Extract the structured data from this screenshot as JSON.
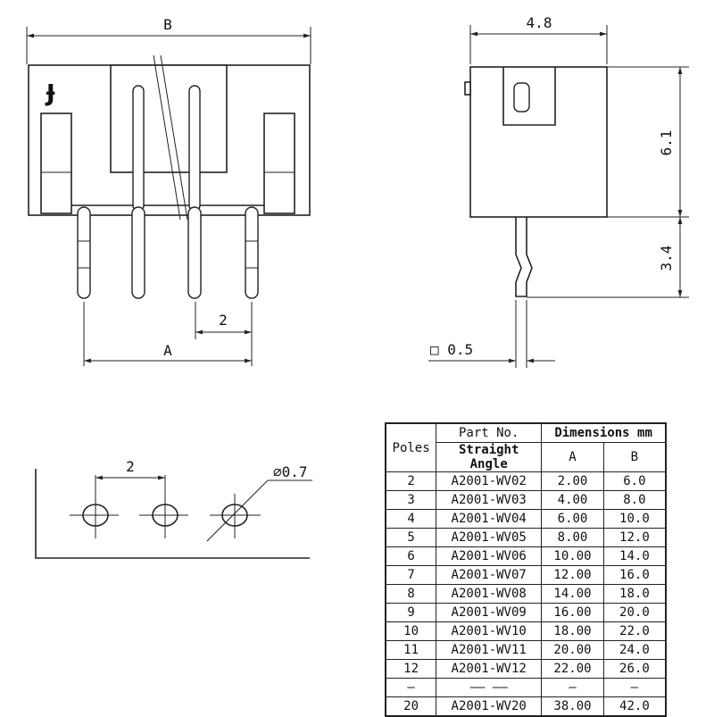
{
  "front_view": {
    "dim_b": "B",
    "dim_a": "A",
    "pitch": "2",
    "polarity_mark": "Ɉ"
  },
  "side_view": {
    "width": "4.8",
    "height": "6.1",
    "pin_length": "3.4",
    "pin_square": "□ 0.5"
  },
  "footprint": {
    "pitch": "2",
    "hole_diameter": "⌀0.7"
  },
  "table": {
    "header_poles": "Poles",
    "header_part_no": "Part No.",
    "header_straight": "Straight Angle",
    "header_dimensions": "Dimensions mm",
    "header_a": "A",
    "header_b": "B",
    "rows": [
      {
        "poles": "2",
        "part": "A2001-WV02",
        "a": "2.00",
        "b": "6.0"
      },
      {
        "poles": "3",
        "part": "A2001-WV03",
        "a": "4.00",
        "b": "8.0"
      },
      {
        "poles": "4",
        "part": "A2001-WV04",
        "a": "6.00",
        "b": "10.0"
      },
      {
        "poles": "5",
        "part": "A2001-WV05",
        "a": "8.00",
        "b": "12.0"
      },
      {
        "poles": "6",
        "part": "A2001-WV06",
        "a": "10.00",
        "b": "14.0"
      },
      {
        "poles": "7",
        "part": "A2001-WV07",
        "a": "12.00",
        "b": "16.0"
      },
      {
        "poles": "8",
        "part": "A2001-WV08",
        "a": "14.00",
        "b": "18.0"
      },
      {
        "poles": "9",
        "part": "A2001-WV09",
        "a": "16.00",
        "b": "20.0"
      },
      {
        "poles": "10",
        "part": "A2001-WV10",
        "a": "18.00",
        "b": "22.0"
      },
      {
        "poles": "11",
        "part": "A2001-WV11",
        "a": "20.00",
        "b": "24.0"
      },
      {
        "poles": "12",
        "part": "A2001-WV12",
        "a": "22.00",
        "b": "26.0"
      },
      {
        "poles": "—",
        "part": "—— ——",
        "a": "—",
        "b": "—"
      },
      {
        "poles": "20",
        "part": "A2001-WV20",
        "a": "38.00",
        "b": "42.0"
      }
    ]
  }
}
